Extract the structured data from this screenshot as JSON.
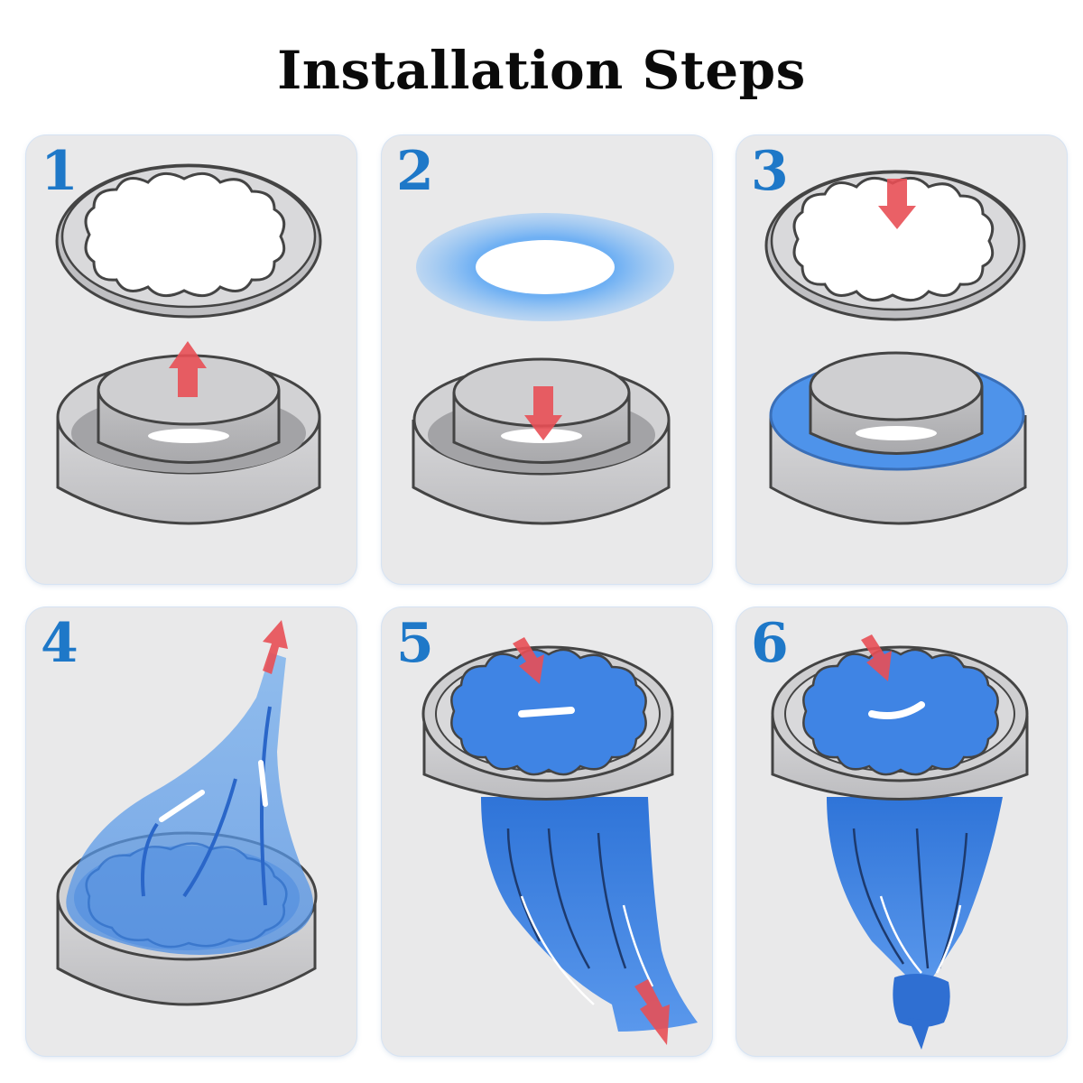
{
  "title": "Installation Steps",
  "steps": [
    {
      "number": "1"
    },
    {
      "number": "2"
    },
    {
      "number": "3"
    },
    {
      "number": "4"
    },
    {
      "number": "5"
    },
    {
      "number": "6"
    }
  ],
  "colors": {
    "panel": "#e9e9ea",
    "number": "#1e78c8",
    "arrow": "#e84f55",
    "metal": "#c9c9cb",
    "blue": "#3d86e6"
  }
}
